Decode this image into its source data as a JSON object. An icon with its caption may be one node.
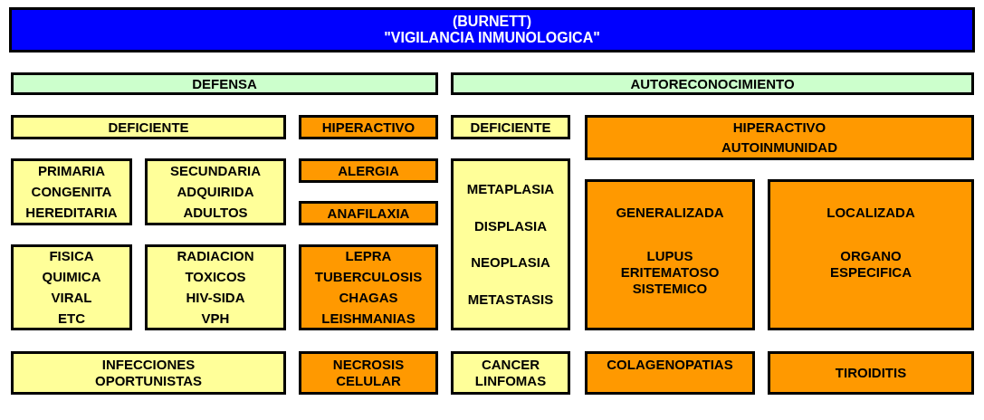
{
  "diagram": {
    "nodes": [
      {
        "text": [
          "(BURNETT)",
          "\"VIGILANCIA INMUNOLOGICA\""
        ]
      },
      {
        "text": [
          "DEFENSA"
        ]
      },
      {
        "text": [
          "AUTORECONOCIMIENTO"
        ]
      },
      {
        "text": [
          "DEFICIENTE"
        ]
      },
      {
        "text": [
          "HIPERACTIVO"
        ]
      },
      {
        "text": [
          "DEFICIENTE"
        ]
      },
      {
        "text": [
          "HIPERACTIVO",
          "AUTOINMUNIDAD"
        ]
      },
      {
        "text": [
          "PRIMARIA",
          "CONGENITA",
          "HEREDITARIA"
        ]
      },
      {
        "text": [
          "SECUNDARIA",
          "ADQUIRIDA",
          "ADULTOS"
        ]
      },
      {
        "text": [
          "ALERGIA"
        ]
      },
      {
        "text": [
          "METAPLASIA",
          "DISPLASIA",
          "NEOPLASIA",
          "METASTASIS"
        ]
      },
      {
        "text": [
          "ANAFILAXIA"
        ]
      },
      {
        "text": [
          "GENERALIZADA",
          "LUPUS ERITEMATOSO SISTEMICO"
        ]
      },
      {
        "text": [
          "LOCALIZADA",
          "ORGANO ESPECIFICA"
        ]
      },
      {
        "text": [
          "FISICA",
          "QUIMICA",
          "VIRAL",
          "ETC"
        ]
      },
      {
        "text": [
          "RADIACION",
          "TOXICOS",
          "HIV-SIDA",
          "VPH"
        ]
      },
      {
        "text": [
          "LEPRA",
          "TUBERCULOSIS",
          "CHAGAS",
          "LEISHMANIAS"
        ]
      },
      {
        "text": [
          "INFECCIONES OPORTUNISTAS"
        ]
      },
      {
        "text": [
          "NECROSIS CELULAR"
        ]
      },
      {
        "text": [
          "CANCER LINFOMAS"
        ]
      },
      {
        "text": [
          "COLAGENOPATIAS"
        ]
      },
      {
        "text": [
          "TIROIDITIS"
        ]
      }
    ]
  }
}
